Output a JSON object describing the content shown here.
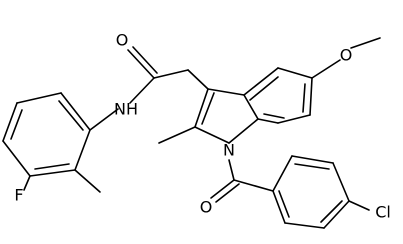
{
  "molecule": {
    "labels": {
      "carbonyl_oxygen_top": "O",
      "amide_nh": "NH",
      "methoxy_oxygen": "O",
      "indole_nitrogen": "N",
      "fluorine": "F",
      "benzoyl_oxygen": "O",
      "chlorine": "Cl"
    }
  }
}
